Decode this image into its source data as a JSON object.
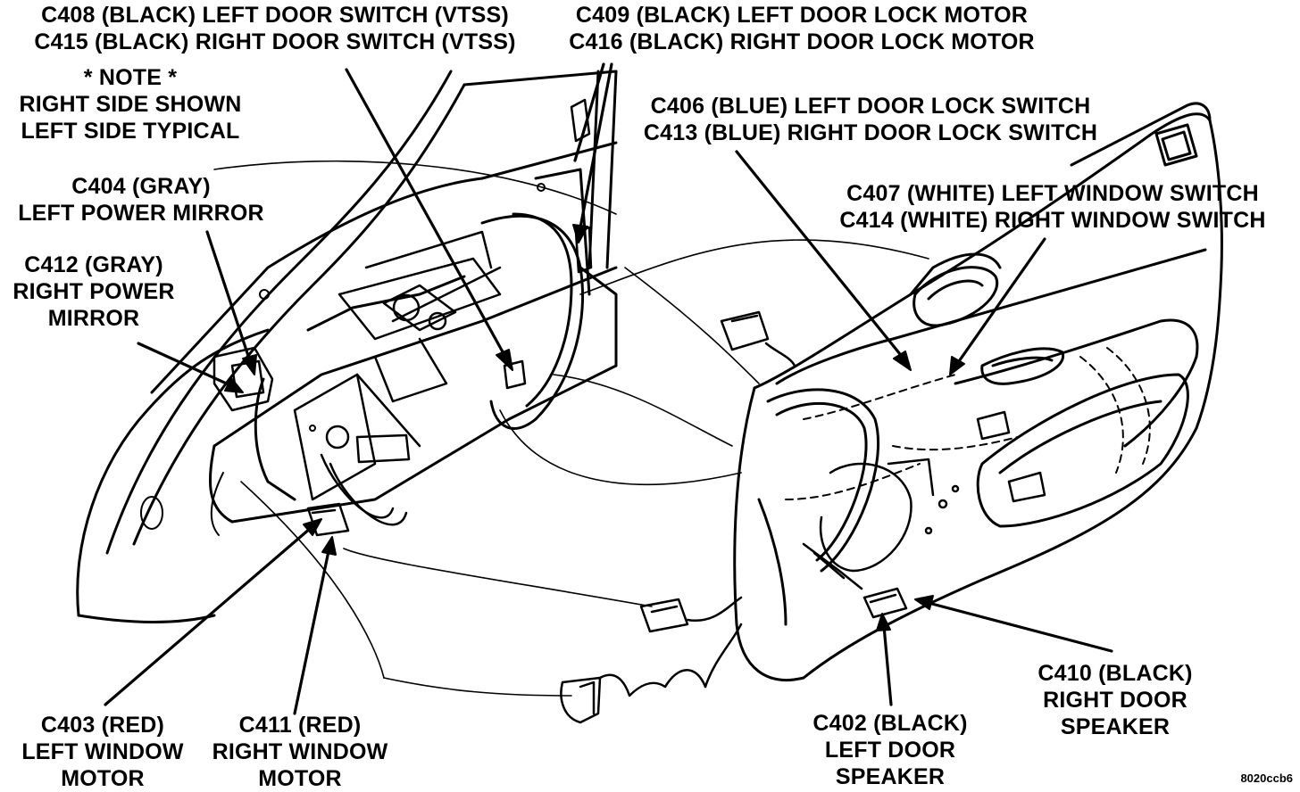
{
  "labels": {
    "c408_c415": [
      "C408 (BLACK) LEFT DOOR SWITCH (VTSS)",
      "C415 (BLACK) RIGHT DOOR SWITCH (VTSS)"
    ],
    "c409_c416": [
      "C409 (BLACK) LEFT DOOR LOCK MOTOR",
      "C416 (BLACK) RIGHT DOOR LOCK MOTOR"
    ],
    "note": [
      "* NOTE *",
      "RIGHT SIDE SHOWN",
      "LEFT SIDE TYPICAL"
    ],
    "c406_c413": [
      "C406 (BLUE) LEFT DOOR LOCK SWITCH",
      "C413 (BLUE) RIGHT DOOR LOCK SWITCH"
    ],
    "c404": [
      "C404 (GRAY)",
      "LEFT POWER MIRROR"
    ],
    "c407_c414": [
      "C407 (WHITE) LEFT WINDOW SWITCH",
      "C414 (WHITE) RIGHT WINDOW SWITCH"
    ],
    "c412": [
      "C412 (GRAY)",
      "RIGHT POWER",
      "MIRROR"
    ],
    "c410": [
      "C410 (BLACK)",
      "RIGHT DOOR",
      "SPEAKER"
    ],
    "c402": [
      "C402 (BLACK)",
      "LEFT DOOR",
      "SPEAKER"
    ],
    "c403": [
      "C403 (RED)",
      "LEFT WINDOW",
      "MOTOR"
    ],
    "c411": [
      "C411 (RED)",
      "RIGHT WINDOW",
      "MOTOR"
    ]
  },
  "figure_id": "8020ccb6",
  "colors": {
    "ink": "#000000",
    "paper": "#ffffff"
  }
}
